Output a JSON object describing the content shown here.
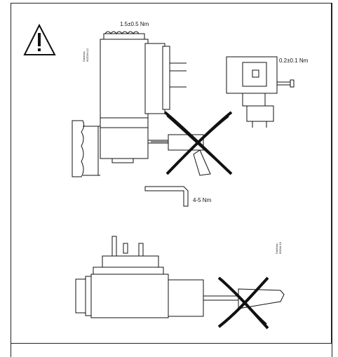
{
  "annotations": {
    "torque_top": "1.5±0.5 Nm",
    "torque_coil": "0.2±0.1 Nm",
    "torque_key": "4-5 Nm"
  },
  "doc_refs": {
    "upper": {
      "brand": "Danfoss",
      "code": "90Z194.12"
    },
    "lower": {
      "brand": "Danfoss",
      "code": "90Z44.10"
    }
  },
  "icons": {
    "warning": "warning-triangle-icon"
  }
}
